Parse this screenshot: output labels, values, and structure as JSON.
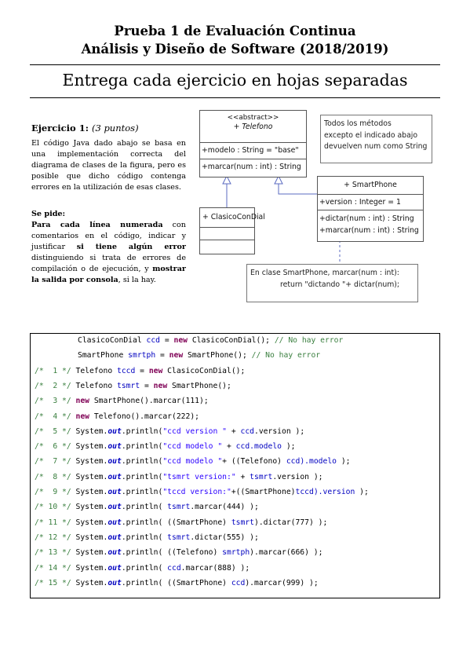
{
  "header": {
    "title_line1": "Prueba 1 de Evaluación Continua",
    "title_line2": "Análisis y Diseño de Software (2018/2019)",
    "main_heading": "Entrega cada ejercicio en hojas separadas"
  },
  "exercise": {
    "title_bold": "Ejercicio 1:",
    "title_points": "(3 puntos)",
    "intro": "El código Java dado abajo se basa en una implementación correcta del diagrama de clases de la figura, pero es posible que dicho código contenga errores en la utilización de esas clases.",
    "ask_label": "Se pide:",
    "ask": {
      "p1": "Para cada línea numerada",
      "p2": " con comentarios en el código, indicar y justificar ",
      "p3": "si tiene algún error",
      "p4": " distinguiendo si trata de errores de compilación o de ejecución, y ",
      "p5": "mostrar la salida por consola",
      "p6": ", si la hay."
    }
  },
  "uml": {
    "telefono": {
      "stereotype": "<<abstract>>",
      "name": "Telefono",
      "attribute": "+modelo : String = \"base\"",
      "method": "+marcar(num : int) : String"
    },
    "clasico": {
      "name": "ClasicoConDial"
    },
    "smartphone": {
      "name": "SmartPhone",
      "attribute": "+version : Integer = 1",
      "method1": "+dictar(num : int) : String",
      "method2": "+marcar(num : int) : String"
    },
    "note_top": [
      "Todos los métodos",
      "excepto el indicado abajo",
      "devuelven num como String"
    ],
    "note_bottom": [
      "En clase SmartPhone, marcar(num : int):",
      "return \"dictando \"+ dictar(num);"
    ]
  },
  "code": {
    "line_a": {
      "type": "ClasicoConDial",
      "var": "ccd",
      "eq": " = ",
      "kw": "new",
      "ctor": " ClasicoConDial();",
      "comment": "// No hay error"
    },
    "line_b": {
      "type": "SmartPhone",
      "var": "smrtph",
      "eq": " = ",
      "kw": "new",
      "ctor": " SmartPhone();",
      "comment": "// No hay error"
    },
    "numbered": [
      {
        "c": "/*  1 */",
        "t": " Telefono ",
        "v": "tccd",
        "r": " = ",
        "k": "new",
        "e": " ClasicoConDial();"
      },
      {
        "c": "/*  2 */",
        "t": " Telefono ",
        "v": "tsmrt",
        "r": " = ",
        "k": "new",
        "e": " SmartPhone();"
      },
      {
        "c": "/*  3 */",
        "t": " ",
        "k": "new",
        "e": " SmartPhone().marcar(111);"
      },
      {
        "c": "/*  4 */",
        "t": " ",
        "k": "new",
        "e": " Telefono().marcar(222);"
      },
      {
        "c": "/*  5 */",
        "s1": " System.",
        "o": "out",
        "s2": ".println(",
        "str": "\"ccd version \"",
        "tail1": " + ",
        "v": "ccd",
        "tail2": ".version );"
      },
      {
        "c": "/*  6 */",
        "s1": " System.",
        "o": "out",
        "s2": ".println(",
        "str": "\"ccd modelo \"",
        "tail1": " + ",
        "v": "ccd",
        "f": ".modelo",
        "tail2": " );"
      },
      {
        "c": "/*  7 */",
        "s1": " System.",
        "o": "out",
        "s2": ".println(",
        "str": "\"ccd modelo \"",
        "tail1": "+ ((Telefono) ",
        "v": "ccd",
        "f": ").modelo",
        "tail2": " );"
      },
      {
        "c": "/*  8 */",
        "s1": " System.",
        "o": "out",
        "s2": ".println(",
        "str": "\"tsmrt version:\"",
        "tail1": " + ",
        "v": "tsmrt",
        "tail2": ".version );"
      },
      {
        "c": "/*  9 */",
        "s1": " System.",
        "o": "out",
        "s2": ".println(",
        "str": "\"tccd version:\"",
        "tail1": "+((SmartPhone)",
        "v": "tccd",
        "f": ").version",
        "tail2": " );"
      },
      {
        "c": "/* 10 */",
        "s1": " System.",
        "o": "out",
        "s2": ".println( ",
        "v": "tsmrt",
        "tail2": ".marcar(444) );"
      },
      {
        "c": "/* 11 */",
        "s1": " System.",
        "o": "out",
        "s2": ".println( ((SmartPhone) ",
        "v": "tsmrt",
        "tail2": ").dictar(777) );"
      },
      {
        "c": "/* 12 */",
        "s1": " System.",
        "o": "out",
        "s2": ".println( ",
        "v": "tsmrt",
        "tail2": ".dictar(555) );"
      },
      {
        "c": "/* 13 */",
        "s1": " System.",
        "o": "out",
        "s2": ".println( ((Telefono) ",
        "v": "smrtph",
        "tail2": ").marcar(666) );"
      },
      {
        "c": "/* 14 */",
        "s1": " System.",
        "o": "out",
        "s2": ".println( ",
        "v": "ccd",
        "tail2": ".marcar(888) );"
      },
      {
        "c": "/* 15 */",
        "s1": " System.",
        "o": "out",
        "s2": ".println( ((SmartPhone) ",
        "v": "ccd",
        "tail2": ").marcar(999) );"
      }
    ]
  },
  "colors": {
    "comment": "#3a7f3f",
    "keyword": "#7f0055",
    "field": "#0000c0",
    "string": "#2a00ff",
    "uml_line": "#5b6bc0"
  }
}
